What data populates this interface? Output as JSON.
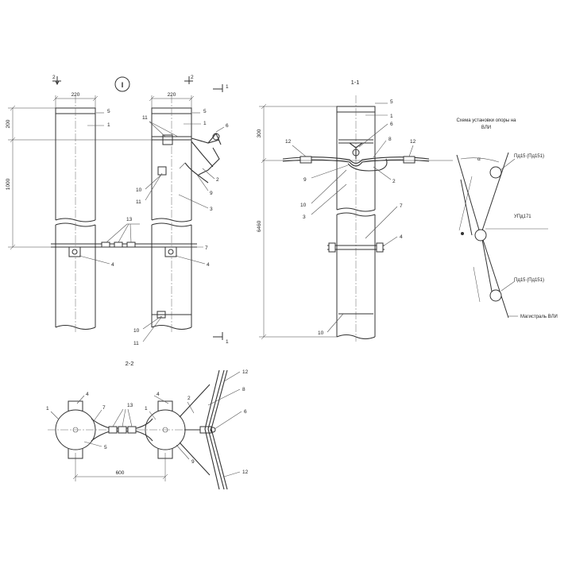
{
  "labels": {
    "title_section_11": "1-1",
    "title_section_22": "2-2",
    "scheme_title_1": "Схема установки опоры на",
    "scheme_title_2": "ВЛИ",
    "scheme_pd15_top": "Пд15 (Пд151)",
    "scheme_upd": "УПд171",
    "scheme_pd15_bottom": "Пд15 (Пд151)",
    "scheme_magistral": "Магистраль ВЛИ",
    "scheme_alpha": "α",
    "sheet_mark": "I",
    "cut_2": "2",
    "cut_1": "1"
  },
  "dimensions": {
    "dim_220_a": "220",
    "dim_220_b": "220",
    "dim_200": "200",
    "dim_1000": "1000",
    "dim_300": "300",
    "dim_6460": "6460",
    "dim_600": "600"
  },
  "callouts": {
    "n1": "1",
    "n2": "2",
    "n3": "3",
    "n4": "4",
    "n5": "5",
    "n6": "6",
    "n7": "7",
    "n8": "8",
    "n9": "9",
    "n10": "10",
    "n11": "11",
    "n12": "12",
    "n13": "13"
  }
}
